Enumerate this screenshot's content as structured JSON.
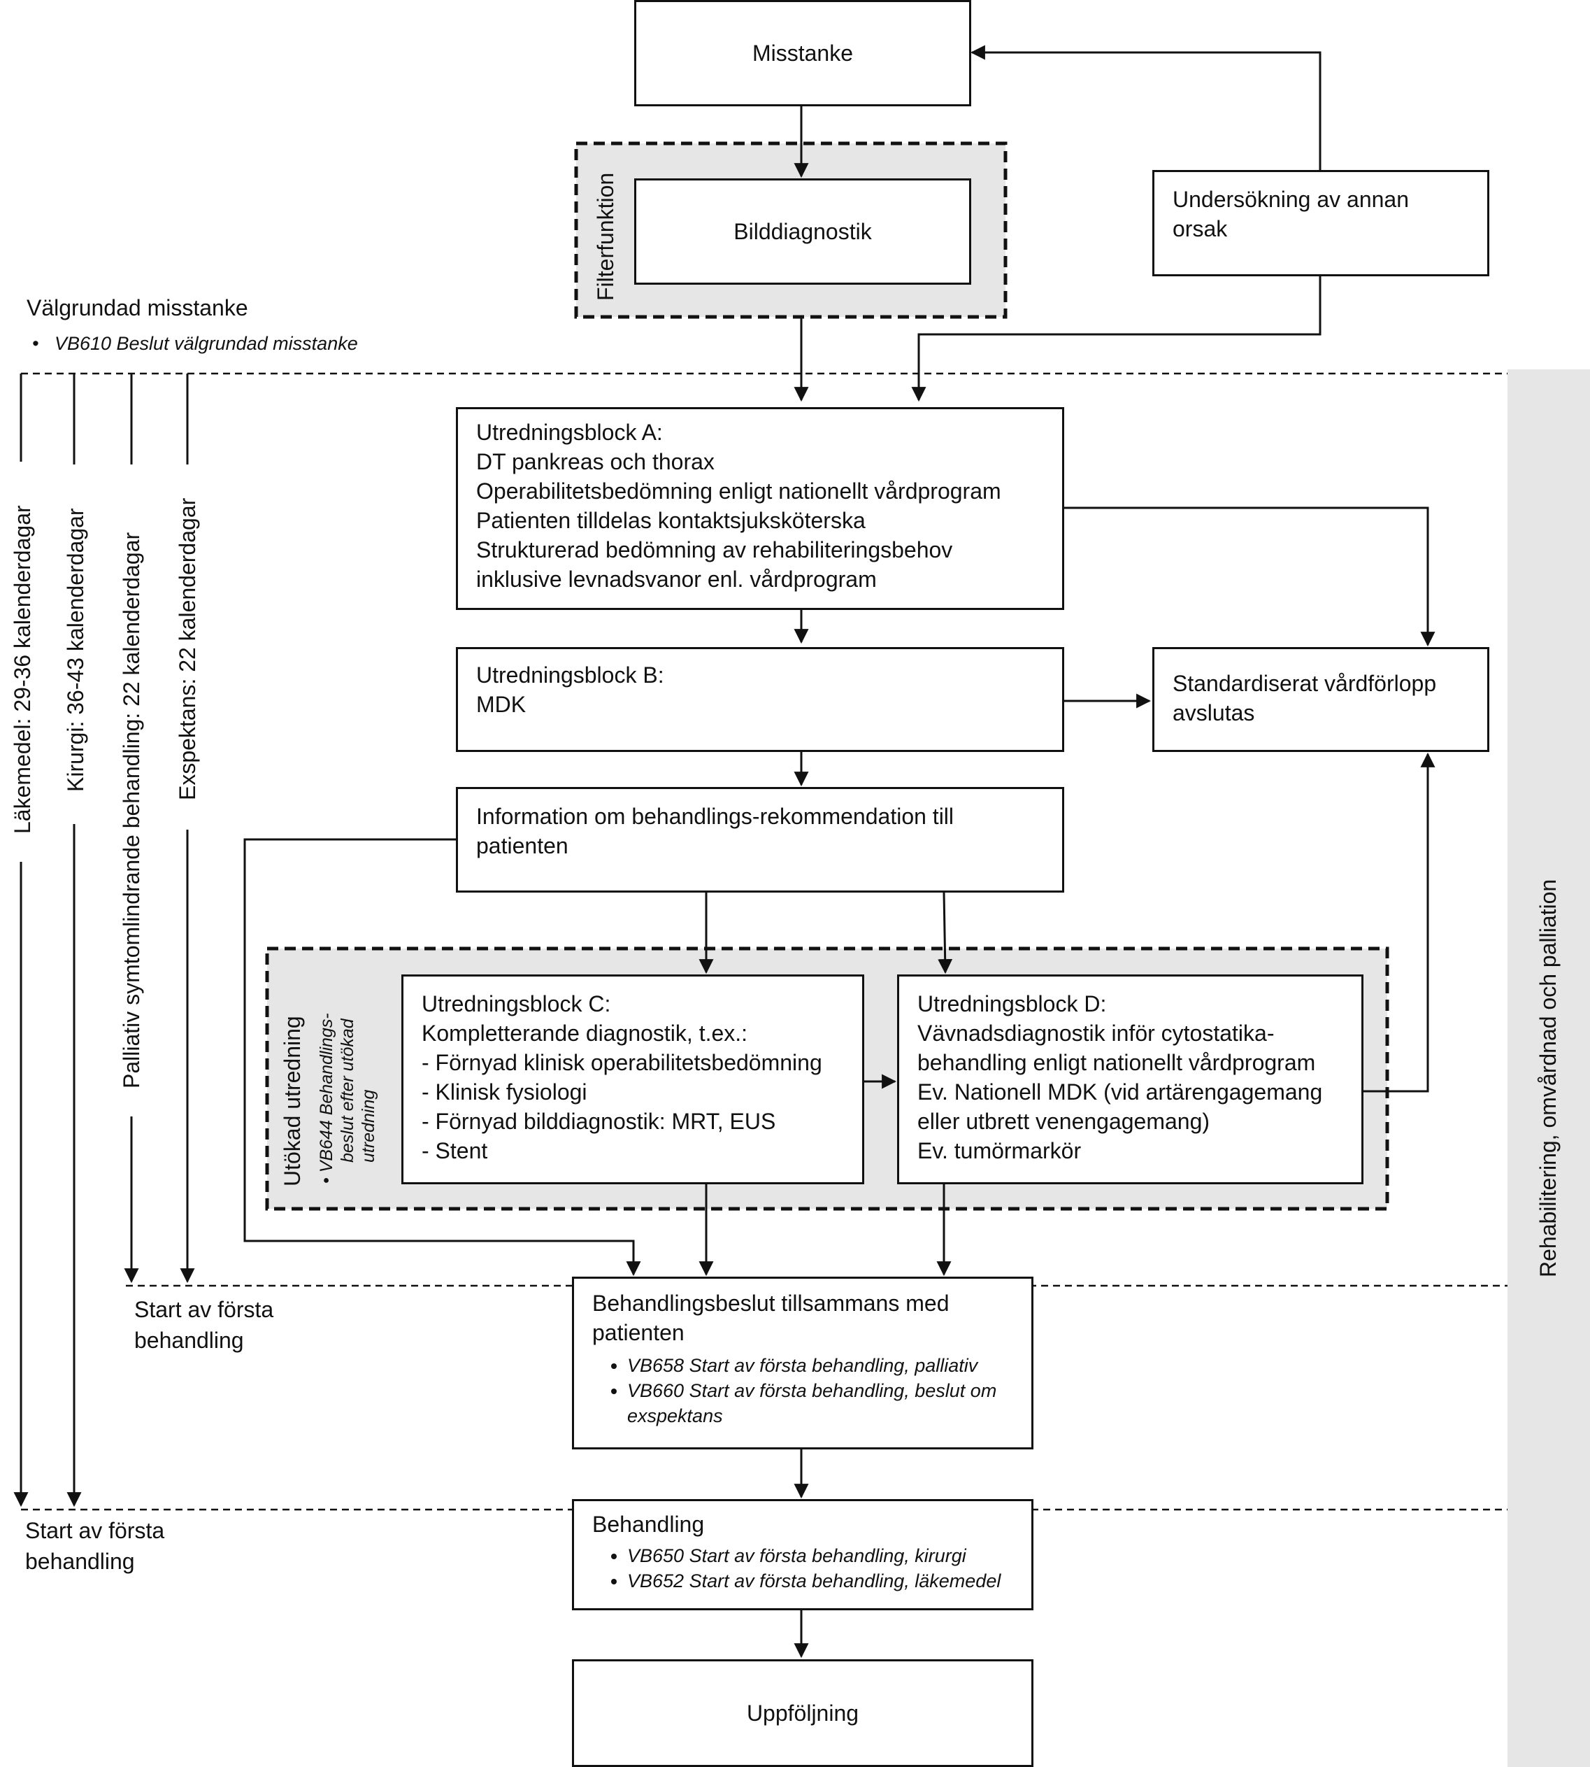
{
  "nodes": {
    "misstanke": "Misstanke",
    "bilddiagnostik": "Bilddiagnostik",
    "filter_label": "Filterfunktion",
    "undersokning": [
      "Undersökning av annan",
      "orsak"
    ],
    "block_a": [
      "Utredningsblock A:",
      "DT pankreas och thorax",
      "Operabilitetsbedömning enligt nationellt vårdprogram",
      "Patienten tilldelas kontaktsjuksköterska",
      "Strukturerad bedömning av rehabiliteringsbehov",
      "inklusive levnadsvanor enl. vårdprogram"
    ],
    "block_b": [
      "Utredningsblock B:",
      "MDK"
    ],
    "avslutas": [
      "Standardiserat vårdförlopp",
      "avslutas"
    ],
    "information": [
      "Information om behandlings-rekommendation till",
      "patienten"
    ],
    "block_c": [
      "Utredningsblock C:",
      "Kompletterande diagnostik, t.ex.:",
      "- Förnyad klinisk operabilitetsbedömning",
      "- Klinisk fysiologi",
      "- Förnyad bilddiagnostik: MRT, EUS",
      "- Stent"
    ],
    "block_d": [
      "Utredningsblock D:",
      "Vävnadsdiagnostik inför cytostatika-",
      "behandling enligt nationellt vårdprogram",
      "Ev. Nationell MDK (vid artärengagemang",
      "eller utbrett venengagemang)",
      "Ev. tumörmarkör"
    ],
    "utokad_label": "Utökad utredning",
    "utokad_note": [
      "VB644 Behandlings-",
      "beslut efter utökad",
      "utredning"
    ],
    "behandlingsbeslut": {
      "title": [
        "Behandlingsbeslut tillsammans med",
        "patienten"
      ],
      "items": [
        "VB658 Start av första behandling, palliativ",
        "VB660 Start av första behandling, beslut om exspektans"
      ]
    },
    "behandling": {
      "title": [
        "Behandling"
      ],
      "items": [
        "VB650 Start av första behandling, kirurgi",
        "VB652 Start av första behandling, läkemedel"
      ]
    },
    "uppfoljning": "Uppföljning"
  },
  "milestones": {
    "valgrundad": "Välgrundad misstanke",
    "valgrundad_note": "VB610 Beslut välgrundad misstanke",
    "start_1": [
      "Start av första",
      "behandling"
    ],
    "start_2": [
      "Start av första",
      "behandling"
    ]
  },
  "timelines": {
    "lakemedel": "Läkemedel: 29-36 kalenderdagar",
    "kirurgi": "Kirurgi: 36-43 kalenderdagar",
    "palliativ": "Palliativ symtomlindrande behandling: 22 kalenderdagar",
    "exspektans": "Exspektans: 22 kalenderdagar"
  },
  "side_label": "Rehabilitering, omvårdnad och palliation",
  "colors": {
    "line": "#111111",
    "shade": "#e6e6e6",
    "background": "#ffffff"
  }
}
